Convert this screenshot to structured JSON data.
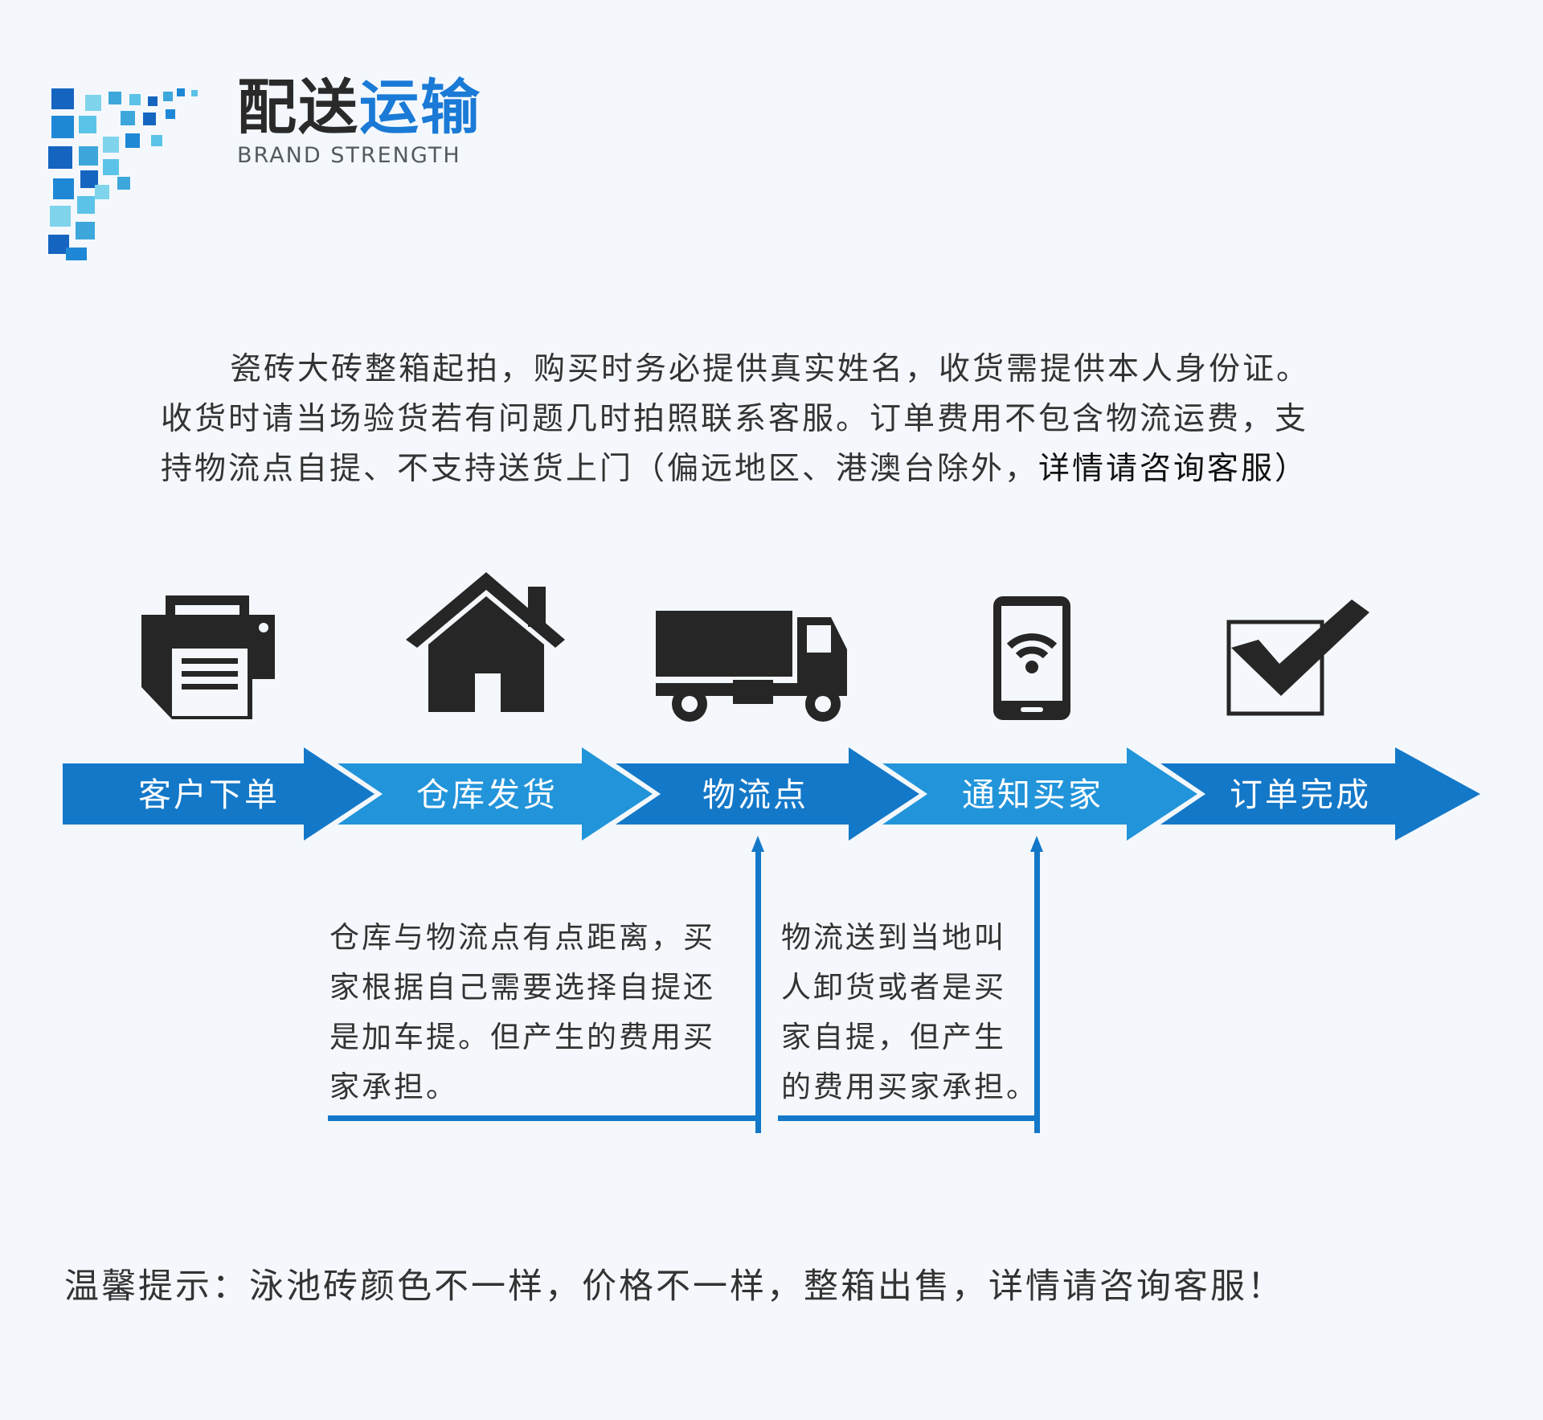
{
  "header": {
    "title_part1": "配送",
    "title_part2": "运输",
    "subtitle": "BRAND STRENGTH"
  },
  "intro": {
    "line1": "瓷砖大砖整箱起拍，购买时务必提供真实姓名，收货需提供本人身份证。",
    "line2": "收货时请当场验货若有问题几时拍照联系客服。订单费用不包含物流运费，支",
    "line3_regular": "持物流点自提、不支持送货上门（偏远地区、港澳台除外，",
    "line3_emphasis": "详情请咨询客服）"
  },
  "steps": [
    {
      "label": "客户下单",
      "icon": "printer-icon"
    },
    {
      "label": "仓库发货",
      "icon": "house-icon"
    },
    {
      "label": "物流点",
      "icon": "truck-icon"
    },
    {
      "label": "通知买家",
      "icon": "phone-wifi-icon"
    },
    {
      "label": "订单完成",
      "icon": "checkbox-icon"
    }
  ],
  "notes": {
    "warehouse": [
      "仓库与物流点有点距离，买",
      "家根据自己需要选择自提还",
      "是加车提。但产生的费用买",
      "家承担。"
    ],
    "delivery": [
      "物流送到当地叫",
      "人卸货或者是买",
      "家自提，但产生",
      "的费用买家承担。"
    ]
  },
  "tip": "温馨提示：泳池砖颜色不一样，价格不一样，整箱出售，详情请咨询客服！",
  "colors": {
    "accent_blue": "#1a7ad6",
    "arrow_dark": "#1478c8",
    "arrow_light": "#2294da",
    "icon_dark": "#262626",
    "background": "#f4f8fc"
  }
}
